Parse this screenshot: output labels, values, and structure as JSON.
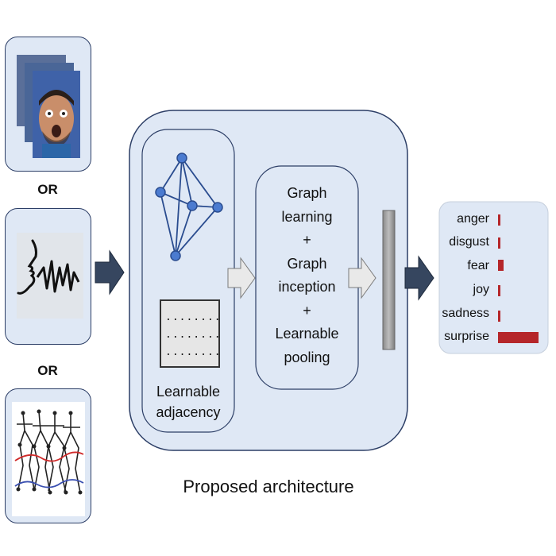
{
  "inputs": {
    "or_labels": [
      "OR",
      "OR"
    ]
  },
  "architecture": {
    "adjacency_label_line1": "Learnable",
    "adjacency_label_line2": "adjacency",
    "matrix_rows": [
      "........",
      "........",
      "........"
    ],
    "graph_block_lines": [
      "Graph",
      "learning",
      "+",
      "Graph",
      "inception",
      "+",
      "Learnable",
      "pooling"
    ],
    "caption": "Proposed architecture"
  },
  "emotions": [
    {
      "label": "anger",
      "value": 0.04
    },
    {
      "label": "disgust",
      "value": 0.04
    },
    {
      "label": "fear",
      "value": 0.13
    },
    {
      "label": "joy",
      "value": 0.04
    },
    {
      "label": "sadness",
      "value": 0.04
    },
    {
      "label": "surprise",
      "value": 1.0
    }
  ],
  "colors": {
    "panel_fill": "#dfe8f5",
    "panel_border": "#2c3e66",
    "graph_node": "#4b7bd0",
    "graph_edge": "#2a4c8f",
    "big_arrow": "#36465f",
    "bar": "#b5262a"
  }
}
